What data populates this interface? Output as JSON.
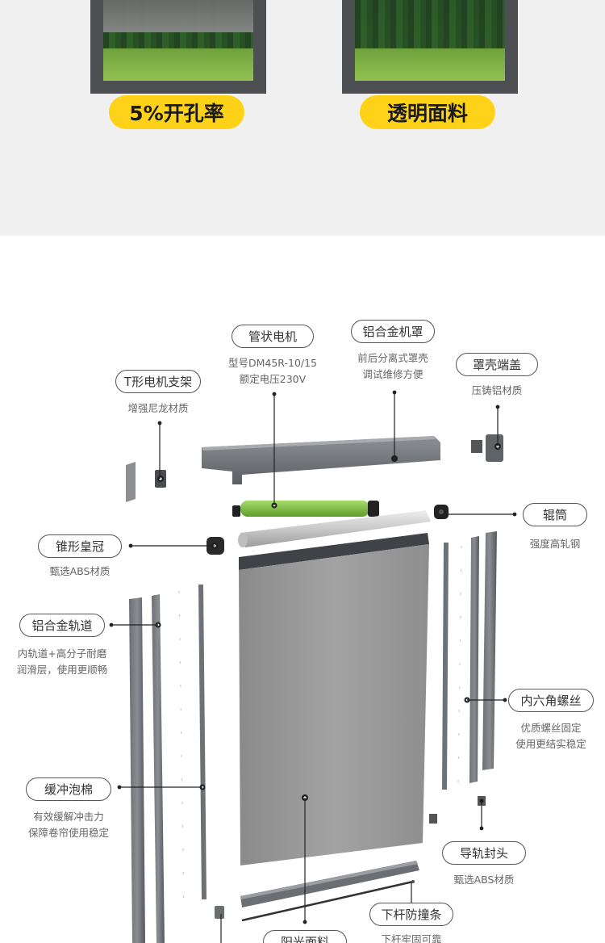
{
  "features": [
    {
      "label": "5%开孔率"
    },
    {
      "label": "透明面料"
    }
  ],
  "components": {
    "tube_motor": {
      "name": "管状电机",
      "desc": [
        "型号DM45R-10/15",
        "额定电压230V"
      ]
    },
    "aluminum_cover": {
      "name": "铝合金机罩",
      "desc": [
        "前后分离式罩壳",
        "调试维修方便"
      ]
    },
    "t_bracket": {
      "name": "T形电机支架",
      "desc": [
        "增强尼龙材质"
      ]
    },
    "cover_end_cap": {
      "name": "罩壳端盖",
      "desc": [
        "压铸铝材质"
      ]
    },
    "roller_tube": {
      "name": "辊筒",
      "desc": [
        "强度高轧钢"
      ]
    },
    "cone_crown": {
      "name": "锥形皇冠",
      "desc": [
        "甄选ABS材质"
      ]
    },
    "aluminum_track": {
      "name": "铝合金轨道",
      "desc": [
        "内轨道+高分子耐磨",
        "润滑层，使用更顺畅"
      ]
    },
    "hex_screw": {
      "name": "内六角螺丝",
      "desc": [
        "优质螺丝固定",
        "使用更结实稳定"
      ]
    },
    "buffer_foam": {
      "name": "缓冲泡棉",
      "desc": [
        "有效缓解冲击力",
        "保障卷帘使用稳定"
      ]
    },
    "track_end_cap": {
      "name": "导轨封头",
      "desc": [
        "甄选ABS材质"
      ]
    },
    "bottom_bar_strip": {
      "name": "下杆防撞条",
      "desc": [
        "下杆牢固可靠"
      ]
    },
    "sunshade_fabric": {
      "name": "阳光面料",
      "desc": []
    }
  },
  "colors": {
    "accent_yellow": "#ffd21a",
    "frame_gray": "#4d4f53",
    "fabric_gray": "#8f8f8f",
    "motor_green": "#7cc242"
  }
}
